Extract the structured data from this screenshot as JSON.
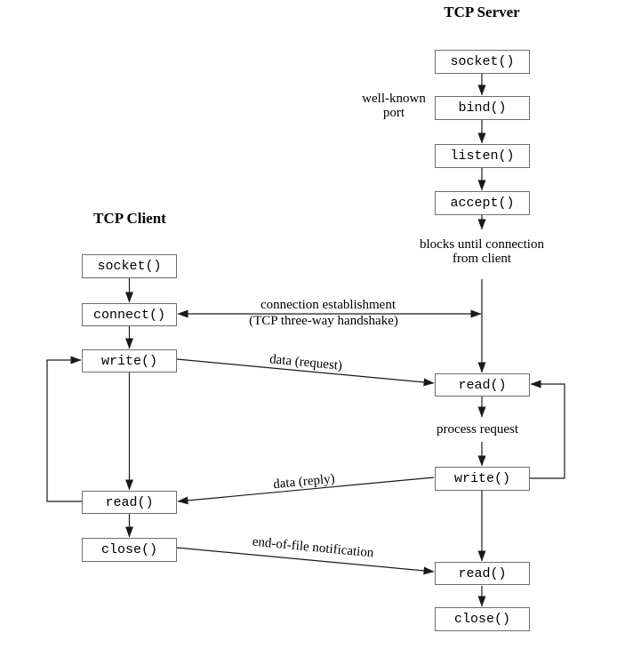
{
  "server": {
    "title": "TCP Server",
    "boxes": [
      {
        "label": "socket()"
      },
      {
        "label": "bind()"
      },
      {
        "label": "listen()"
      },
      {
        "label": "accept()"
      },
      {
        "label": "read()"
      },
      {
        "label": "write()"
      },
      {
        "label": "read()"
      },
      {
        "label": "close()"
      }
    ],
    "annotations": {
      "well_known_1": "well-known",
      "well_known_2": "port",
      "blocks_1": "blocks until connection",
      "blocks_2": "from client",
      "process_request": "process request"
    }
  },
  "client": {
    "title": "TCP Client",
    "boxes": [
      {
        "label": "socket()"
      },
      {
        "label": "connect()"
      },
      {
        "label": "write()"
      },
      {
        "label": "read()"
      },
      {
        "label": "close()"
      }
    ]
  },
  "connections": {
    "establishment_1": "connection establishment",
    "establishment_2": "(TCP three-way handshake)",
    "data_request": "data (request)",
    "data_reply": "data (reply)",
    "eof_notification": "end-of-file notification"
  },
  "colors": {
    "line": "#1a1a1a",
    "box_border": "#6e6e6e",
    "text": "#000000",
    "background": "#ffffff"
  }
}
